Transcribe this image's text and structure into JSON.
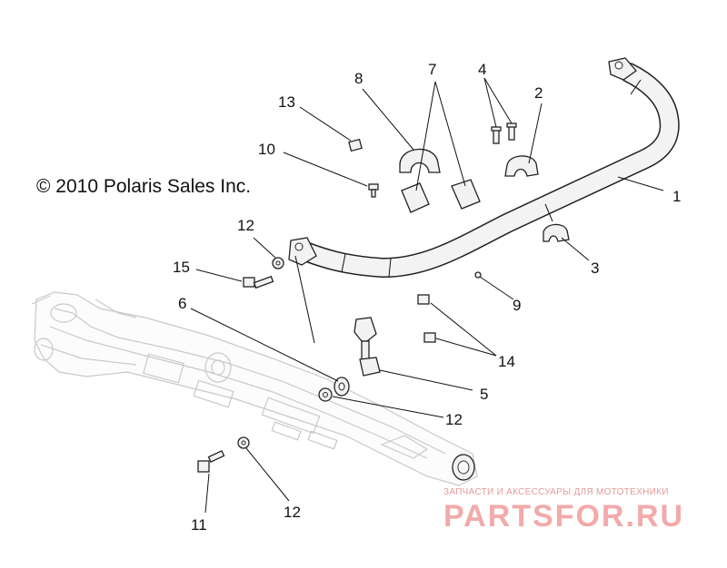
{
  "copyright": "© 2010 Polaris Sales Inc.",
  "callouts": [
    "1",
    "2",
    "3",
    "4",
    "5",
    "6",
    "7",
    "8",
    "9",
    "10",
    "11",
    "12",
    "12",
    "12",
    "13",
    "14",
    "15"
  ],
  "watermark": {
    "tagline": "ЗАПЧАСТИ И АКСЕССУАРЫ ДЛЯ МОТОТЕХНИКИ",
    "brand": "PARTSFOR.RU"
  }
}
